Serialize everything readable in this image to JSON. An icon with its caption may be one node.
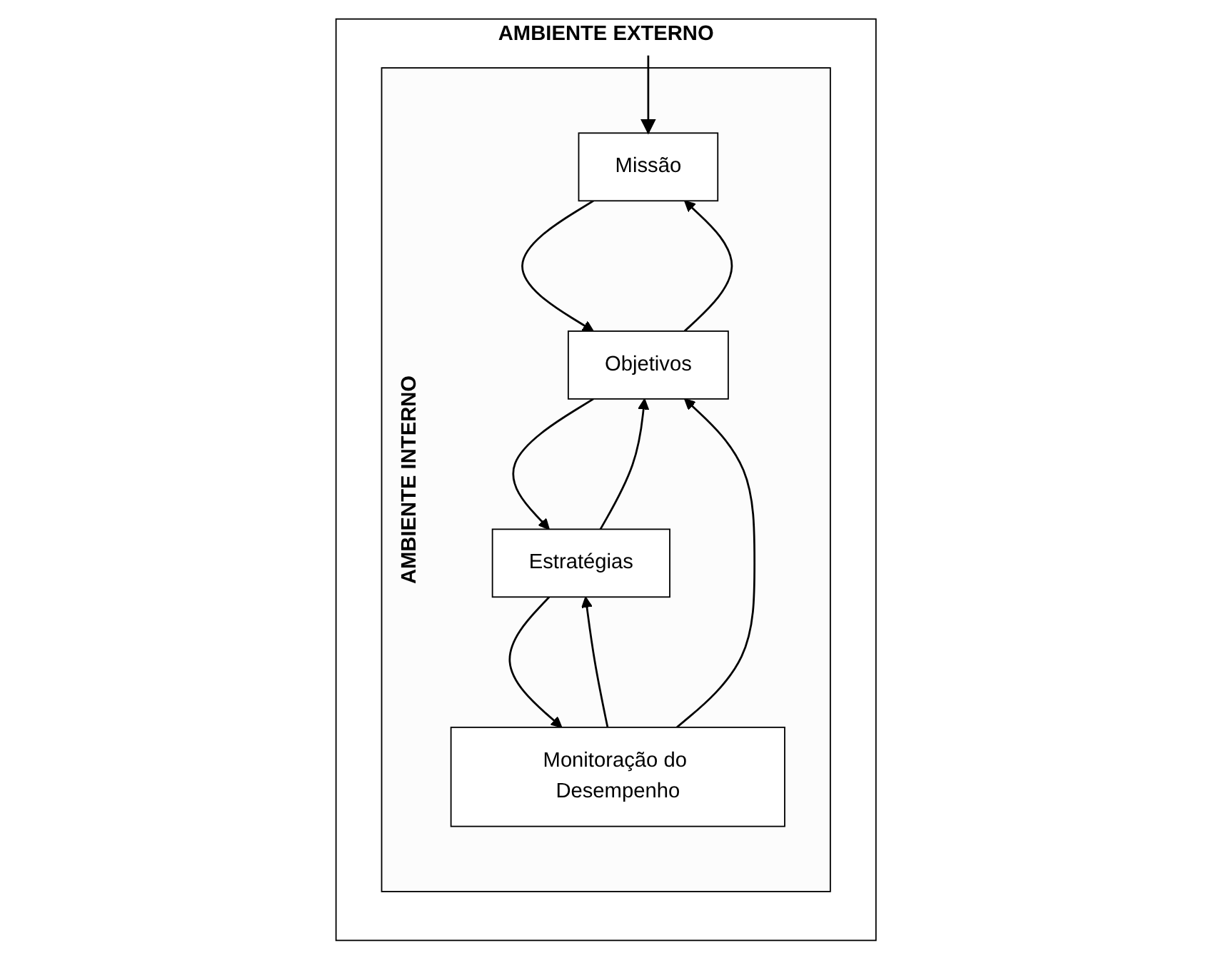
{
  "diagram": {
    "nodes": [
      {
        "text": [
          "AMBIENTE EXTERNO"
        ]
      },
      {
        "text": [
          "AMBIENTE INTERNO"
        ],
        "in": 0
      },
      {
        "text": [
          "Missão"
        ],
        "in": 1
      },
      {
        "text": [
          "Objetivos"
        ],
        "in": 1
      },
      {
        "text": [
          "Estratégias"
        ],
        "in": 1
      },
      {
        "text": [
          "Monitoração do Desempenho"
        ],
        "in": 1
      }
    ],
    "edges": [
      {
        "from": 0,
        "to": 2,
        "arrow": "to"
      },
      {
        "from": 2,
        "to": 3,
        "arrow": "to"
      },
      {
        "from": 3,
        "to": 2,
        "arrow": "to"
      },
      {
        "from": 3,
        "to": 4,
        "arrow": "to"
      },
      {
        "from": 4,
        "to": 3,
        "arrow": "to"
      },
      {
        "from": 4,
        "to": 5,
        "arrow": "to"
      },
      {
        "from": 5,
        "to": 3,
        "arrow": "to"
      },
      {
        "from": 5,
        "to": 4,
        "arrow": "to"
      }
    ]
  }
}
